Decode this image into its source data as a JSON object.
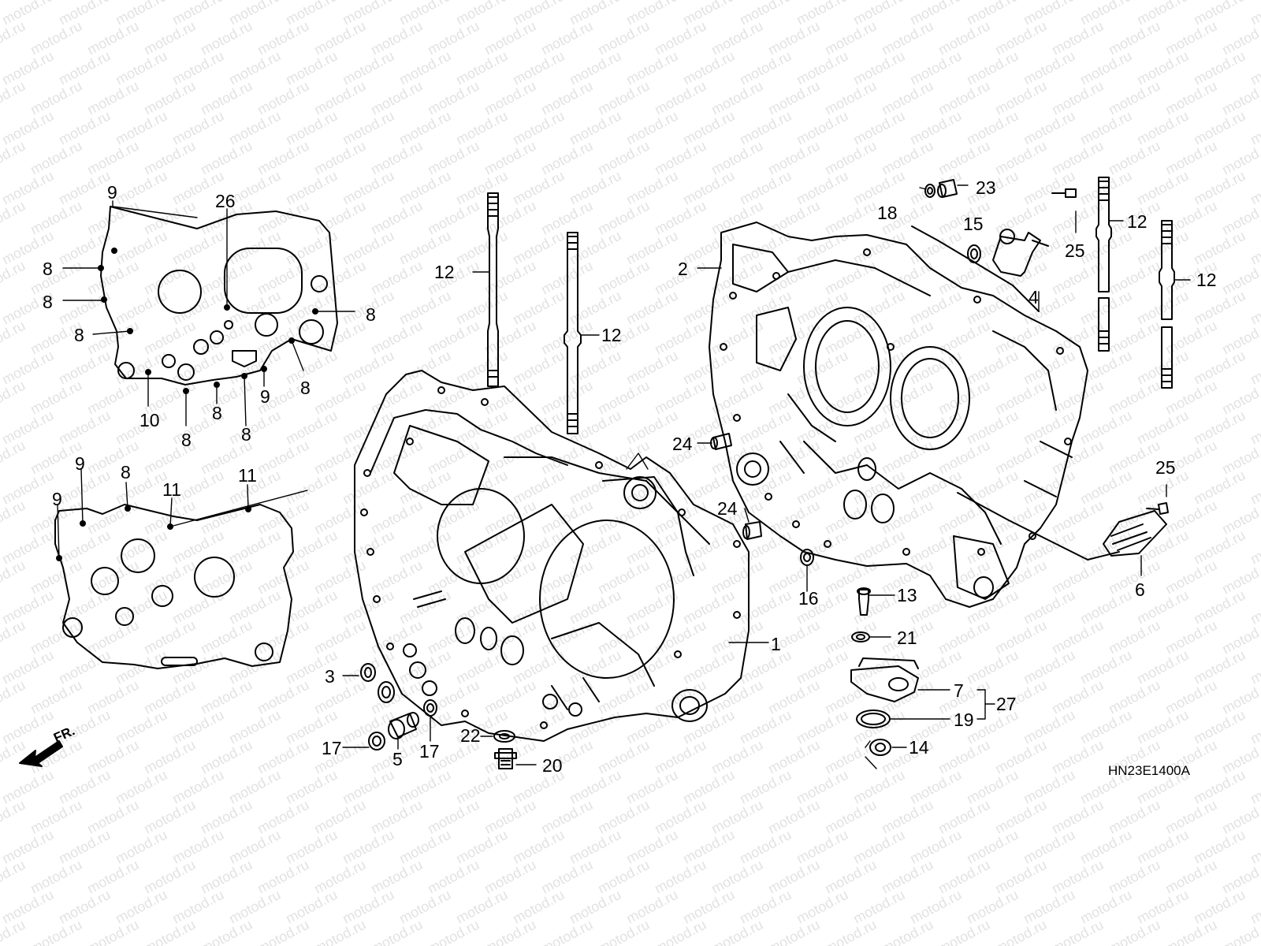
{
  "diagram": {
    "code": "HN23E1400A",
    "front_label": "FR.",
    "watermark": "motod.ru"
  },
  "callouts": [
    {
      "id": "c9a",
      "text": "9"
    },
    {
      "id": "c26",
      "text": "26"
    },
    {
      "id": "c8a",
      "text": "8"
    },
    {
      "id": "c8b",
      "text": "8"
    },
    {
      "id": "c8c",
      "text": "8"
    },
    {
      "id": "c8d",
      "text": "8"
    },
    {
      "id": "c8e",
      "text": "8"
    },
    {
      "id": "c9b",
      "text": "9"
    },
    {
      "id": "c10",
      "text": "10"
    },
    {
      "id": "c8f",
      "text": "8"
    },
    {
      "id": "c8g",
      "text": "8"
    },
    {
      "id": "c8h",
      "text": "8"
    },
    {
      "id": "c9c",
      "text": "9"
    },
    {
      "id": "c8i",
      "text": "8"
    },
    {
      "id": "c11a",
      "text": "11"
    },
    {
      "id": "c11b",
      "text": "11"
    },
    {
      "id": "c9d",
      "text": "9"
    },
    {
      "id": "c12a",
      "text": "12"
    },
    {
      "id": "c12b",
      "text": "12"
    },
    {
      "id": "c2",
      "text": "2"
    },
    {
      "id": "c18",
      "text": "18"
    },
    {
      "id": "c23",
      "text": "23"
    },
    {
      "id": "c15",
      "text": "15"
    },
    {
      "id": "c25a",
      "text": "25"
    },
    {
      "id": "c4",
      "text": "4"
    },
    {
      "id": "c12c",
      "text": "12"
    },
    {
      "id": "c12d",
      "text": "12"
    },
    {
      "id": "c24a",
      "text": "24"
    },
    {
      "id": "c24b",
      "text": "24"
    },
    {
      "id": "c25b",
      "text": "25"
    },
    {
      "id": "c6",
      "text": "6"
    },
    {
      "id": "c16",
      "text": "16"
    },
    {
      "id": "c13",
      "text": "13"
    },
    {
      "id": "c21",
      "text": "21"
    },
    {
      "id": "c1",
      "text": "1"
    },
    {
      "id": "c7",
      "text": "7"
    },
    {
      "id": "c27",
      "text": "27"
    },
    {
      "id": "c19",
      "text": "19"
    },
    {
      "id": "c14",
      "text": "14"
    },
    {
      "id": "c3",
      "text": "3"
    },
    {
      "id": "c17a",
      "text": "17"
    },
    {
      "id": "c5",
      "text": "5"
    },
    {
      "id": "c17b",
      "text": "17"
    },
    {
      "id": "c22",
      "text": "22"
    },
    {
      "id": "c20",
      "text": "20"
    }
  ]
}
